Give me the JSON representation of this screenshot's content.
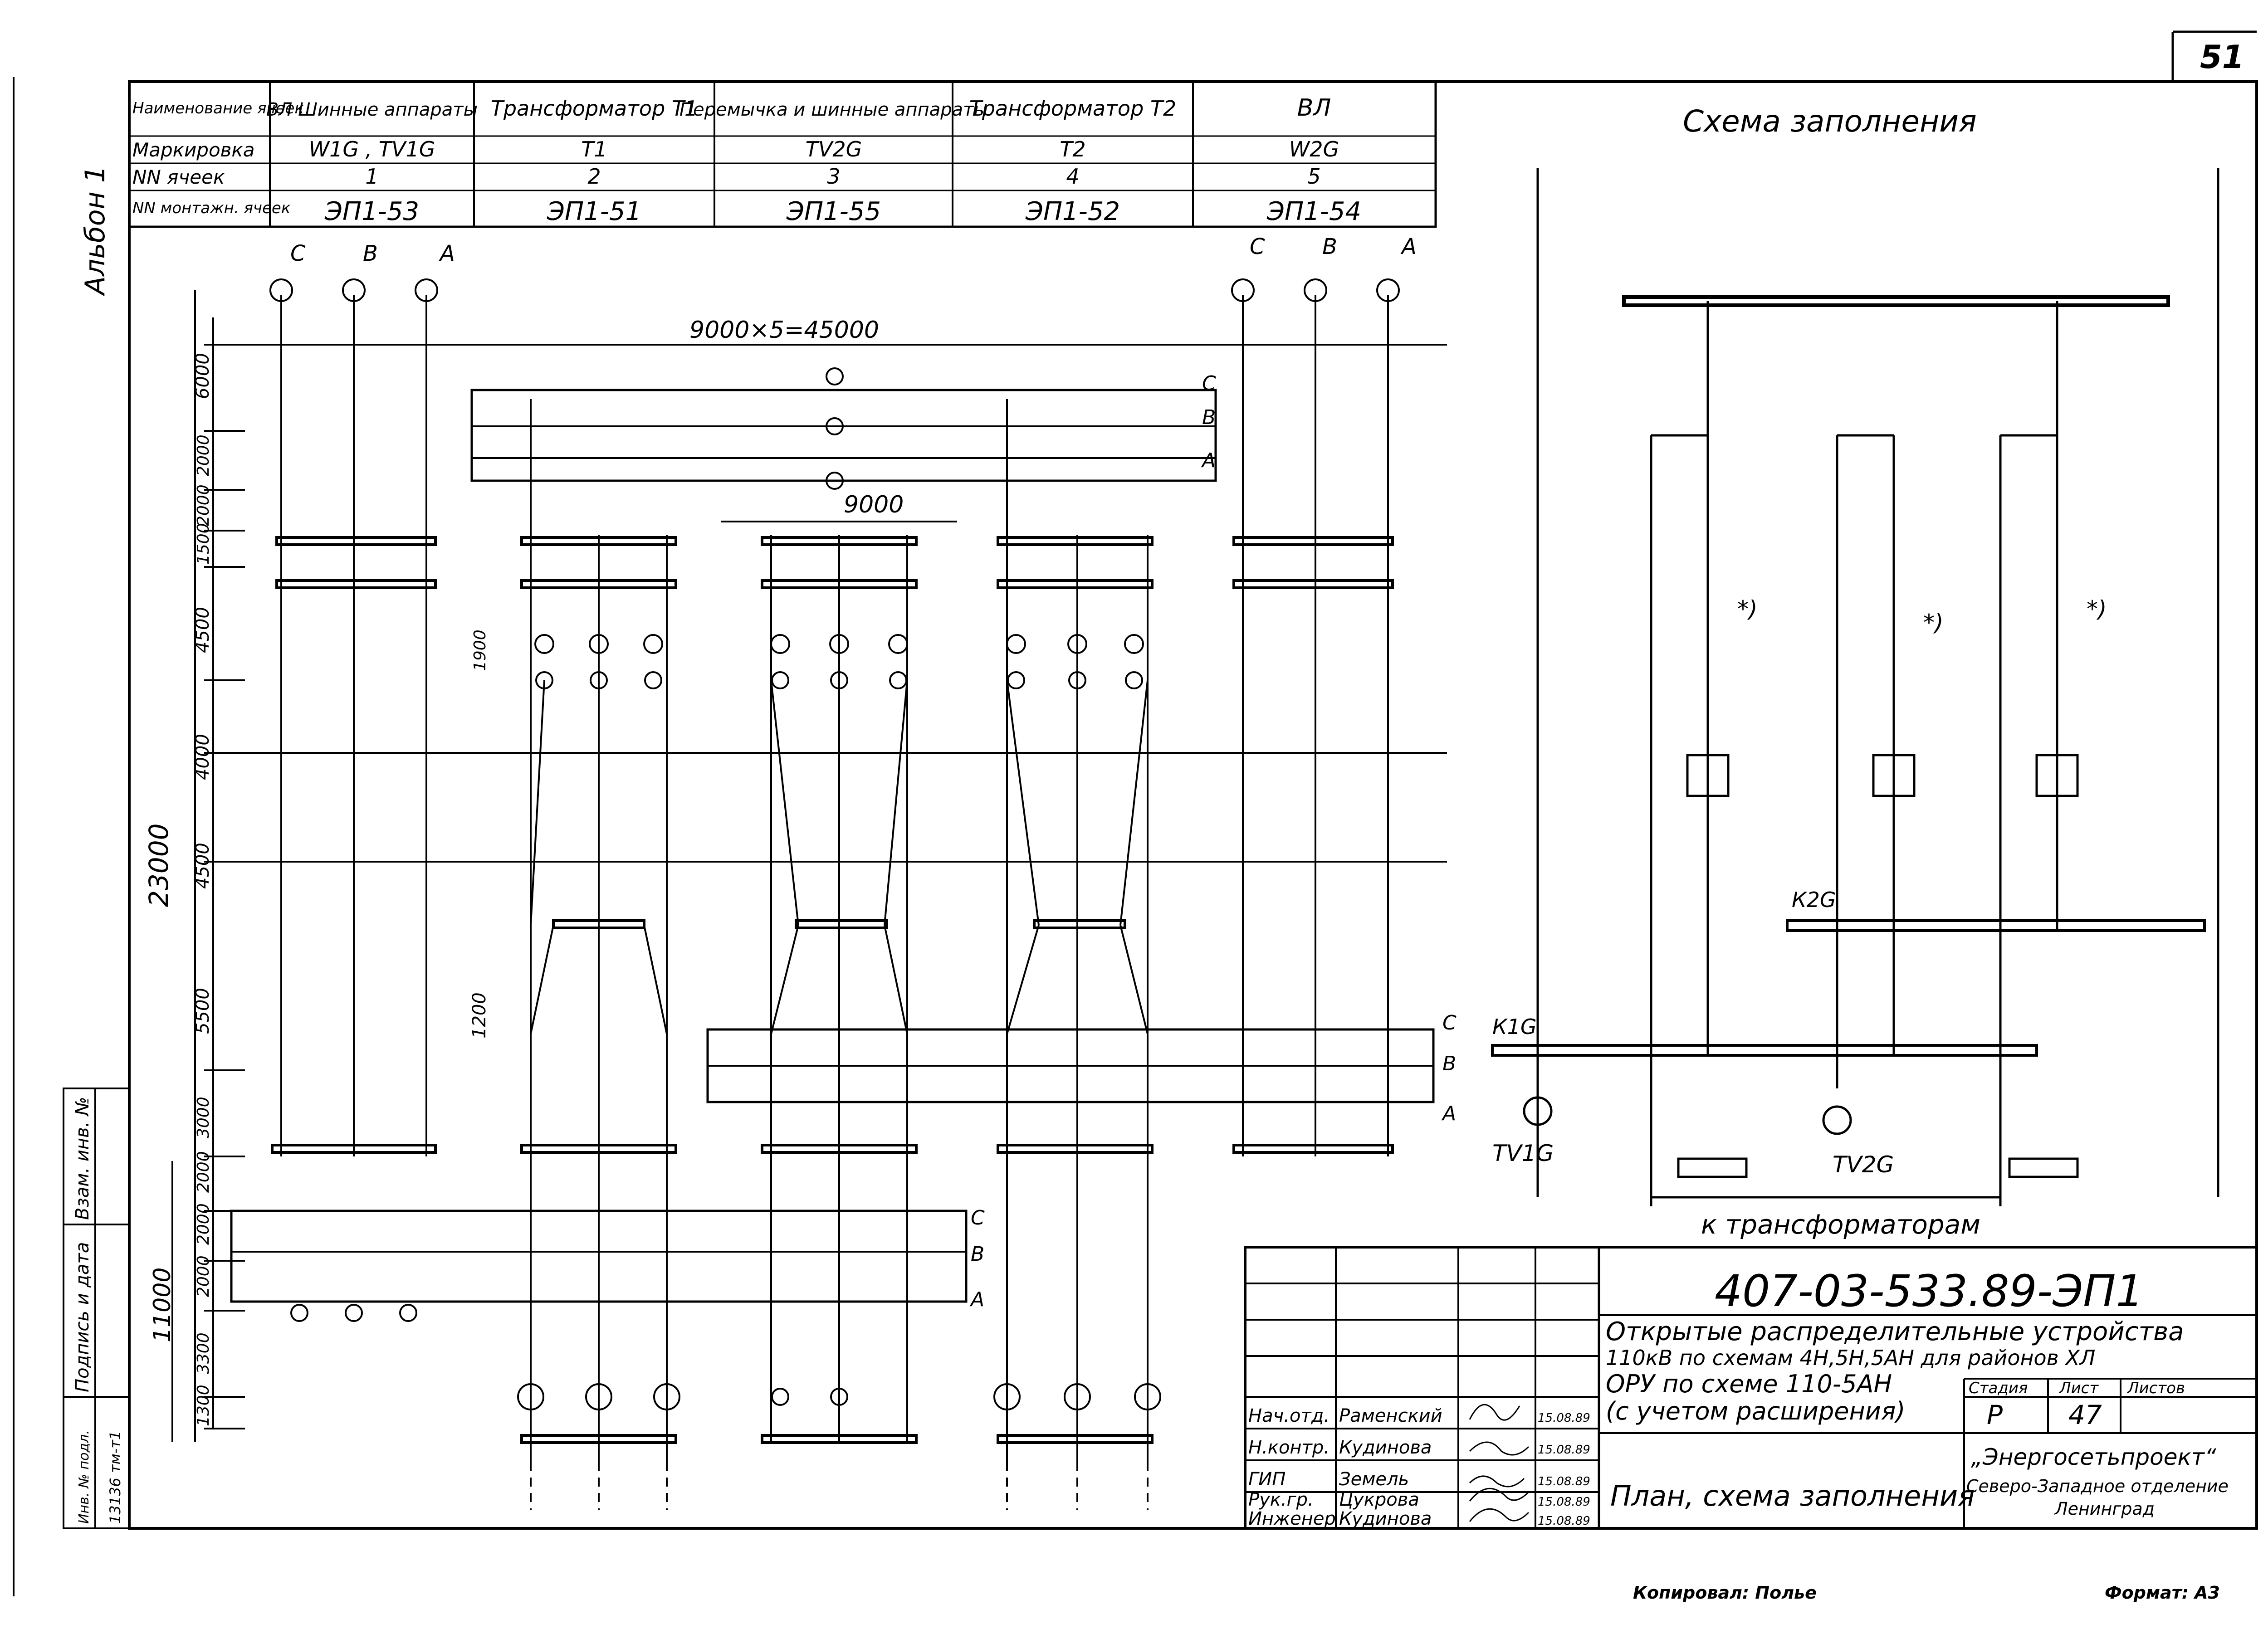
{
  "sheet": {
    "page_number": "51",
    "album": "Альбон 1",
    "copied": "Копировал: Полье",
    "format": "Формат: А3"
  },
  "cells_table": {
    "row_headers": [
      "Наименование ячеек",
      "Маркировка",
      "NN ячеек",
      "NN монтажн. ячеек"
    ],
    "columns": [
      {
        "name": "ВЛ Шинные аппараты",
        "marking": "W1G , TV1G",
        "number": "1",
        "mount": "ЭП1-53"
      },
      {
        "name": "Трансформатор Т1",
        "marking": "Т1",
        "number": "2",
        "mount": "ЭП1-51"
      },
      {
        "name": "Перемычка и шинные аппараты",
        "marking": "TV2G",
        "number": "3",
        "mount": "ЭП1-55"
      },
      {
        "name": "Трансформатор Т2",
        "marking": "Т2",
        "number": "4",
        "mount": "ЭП1-52"
      },
      {
        "name": "ВЛ",
        "marking": "W2G",
        "number": "5",
        "mount": "ЭП1-54"
      }
    ]
  },
  "plan": {
    "total_width": "9000×5=45000",
    "bay_width": "9000",
    "vertical_dims": [
      "6000",
      "2000",
      "2000",
      "1500",
      "4500",
      "4000",
      "4500",
      "5500",
      "3000",
      "2000",
      "2000",
      "2000",
      "3300",
      "1300"
    ],
    "total_23000": "23000",
    "total_11000": "11000",
    "dim_1900": "1900",
    "dim_1200": "1200",
    "phases": [
      "C",
      "B",
      "A"
    ]
  },
  "scheme": {
    "title": "Схема заполнения",
    "labels": {
      "k1g": "К1G",
      "k2g": "К2G",
      "tv1g": "TV1G",
      "tv2g": "TV2G",
      "star": "*)",
      "to_transformers": "к трансформаторам"
    }
  },
  "title_block": {
    "doc_code": "407-03-533.89-ЭП1",
    "subtitle_1": "Открытые распределительные устройства",
    "subtitle_2": "110кВ по схемам 4Н,5Н,5АН для районов ХЛ",
    "subtitle_3": "ОРУ по схеме 110-5АН",
    "subtitle_4": "(с учетом расширения)",
    "sheet_name": "План, схема заполнения",
    "org_1": "„Энергосетьпроект“",
    "org_2": "Северо-Западное отделение",
    "org_3": "Ленинград",
    "stage_label": "Стадия",
    "sheet_label": "Лист",
    "sheets_label": "Листов",
    "stage": "Р",
    "sheet": "47",
    "people": [
      {
        "role": "Нач.отд.",
        "name": "Раменский",
        "date": "15.08.89"
      },
      {
        "role": "Н.контр.",
        "name": "Кудинова",
        "date": "15.08.89"
      },
      {
        "role": "ГИП",
        "name": "Земель",
        "date": "15.08.89"
      },
      {
        "role": "Рук.гр.",
        "name": "Цукрова",
        "date": "15.08.89"
      },
      {
        "role": "Инженер",
        "name": "Кудинова",
        "date": "15.08.89"
      }
    ]
  },
  "side_stamp": {
    "label_1": "Взам. инв. №",
    "label_2": "Подпись и дата",
    "label_3": "Инв. № подл.",
    "inv_value": "13136 тм-т1"
  }
}
